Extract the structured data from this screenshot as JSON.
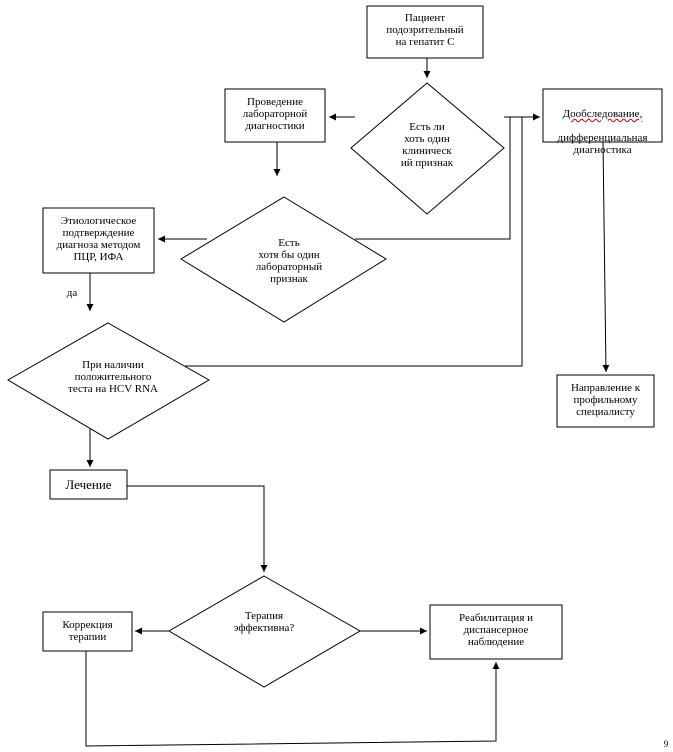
{
  "nodes": {
    "patient": "Пациент\nподозрительный\nна гепатит С",
    "q_clinical": "Есть ли\nхоть один\nклиническ\nий признак",
    "lab_diag": "Проведение\nлабораторной\nдиагностики",
    "further_exam_a": "Дообследование,",
    "further_exam_b": "дифференциальная\nдиагностика",
    "etiology": "Этиологическое\nподтверждение\nдиагноза методом\nПЦР, ИФА",
    "q_lab": "Есть\nхотя бы один\nлабораторный\nпризнак",
    "q_positive": "При наличии\nположительного\nтеста на HCV RNA",
    "referral": "Направление к\nпрофильному\nспециалисту",
    "treatment": "Лечение",
    "q_effective": "Терапия\nэффективна?",
    "correction": "Коррекция\nтерапии",
    "rehab": "Реабилитация и\nдиспансерное\nнаблюдение"
  },
  "edge_labels": {
    "yes": "да"
  },
  "page_number": "9"
}
